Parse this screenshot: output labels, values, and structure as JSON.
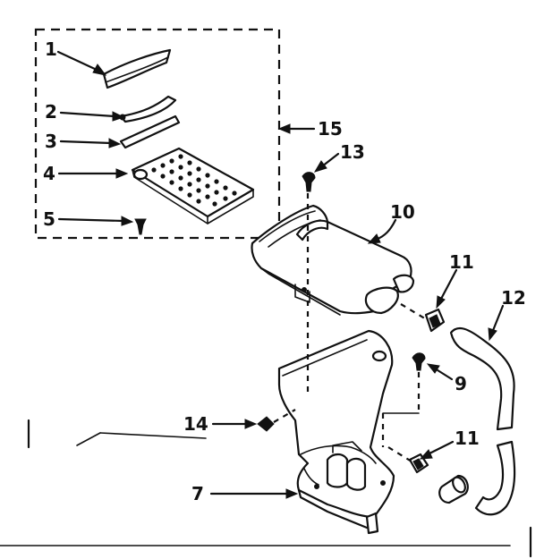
{
  "diagram": {
    "callouts": [
      {
        "id": "c1",
        "label": "1"
      },
      {
        "id": "c2",
        "label": "2"
      },
      {
        "id": "c3",
        "label": "3"
      },
      {
        "id": "c4",
        "label": "4"
      },
      {
        "id": "c5",
        "label": "5"
      },
      {
        "id": "c15",
        "label": "15"
      },
      {
        "id": "c13",
        "label": "13"
      },
      {
        "id": "c10",
        "label": "10"
      },
      {
        "id": "c11a",
        "label": "11"
      },
      {
        "id": "c12",
        "label": "12"
      },
      {
        "id": "c9",
        "label": "9"
      },
      {
        "id": "c14",
        "label": "14"
      },
      {
        "id": "c11b",
        "label": "11"
      },
      {
        "id": "c7",
        "label": "7"
      }
    ]
  }
}
